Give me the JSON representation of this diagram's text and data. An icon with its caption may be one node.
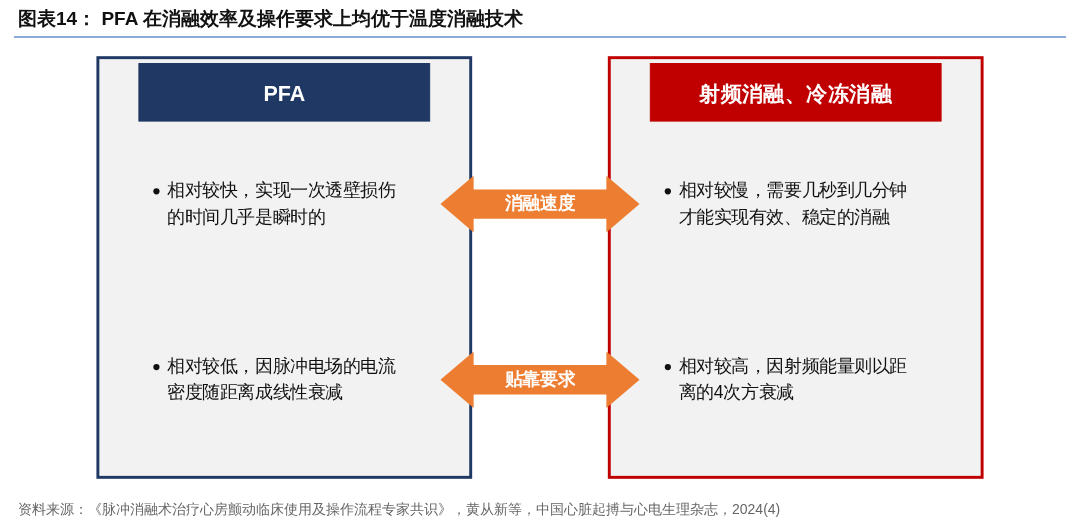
{
  "diagram": {
    "title": "图表14： PFA 在消融效率及操作要求上均优于温度消融技术",
    "nodes": [
      {
        "text": [
          "PFA"
        ]
      },
      {
        "text": [
          "相对较快，实现一次透壁损伤的时间几乎是瞬时的"
        ],
        "in": 0
      },
      {
        "text": [
          "相对较低，因脉冲电场的电流密度随距离成线性衰减"
        ],
        "in": 0
      },
      {
        "text": [
          "射频消融、冷冻消融"
        ]
      },
      {
        "text": [
          "相对较慢，需要几秒到几分钟才能实现有效、稳定的消融"
        ],
        "in": 3
      },
      {
        "text": [
          "相对较高，因射频能量则以距离的4次方衰减"
        ],
        "in": 3
      }
    ],
    "edges": [
      {
        "from": 1,
        "to": 4,
        "arrow": "both",
        "label": "消融速度",
        "color": "#ed7d31"
      },
      {
        "from": 2,
        "to": 5,
        "arrow": "both",
        "label": "贴靠要求",
        "color": "#ed7d31"
      }
    ],
    "caption": "资料来源：《脉冲消融术治疗心房颤动临床使用及操作流程专家共识》，黄从新等，中国心脏起搏与心电生理杂志，2024(4)"
  }
}
